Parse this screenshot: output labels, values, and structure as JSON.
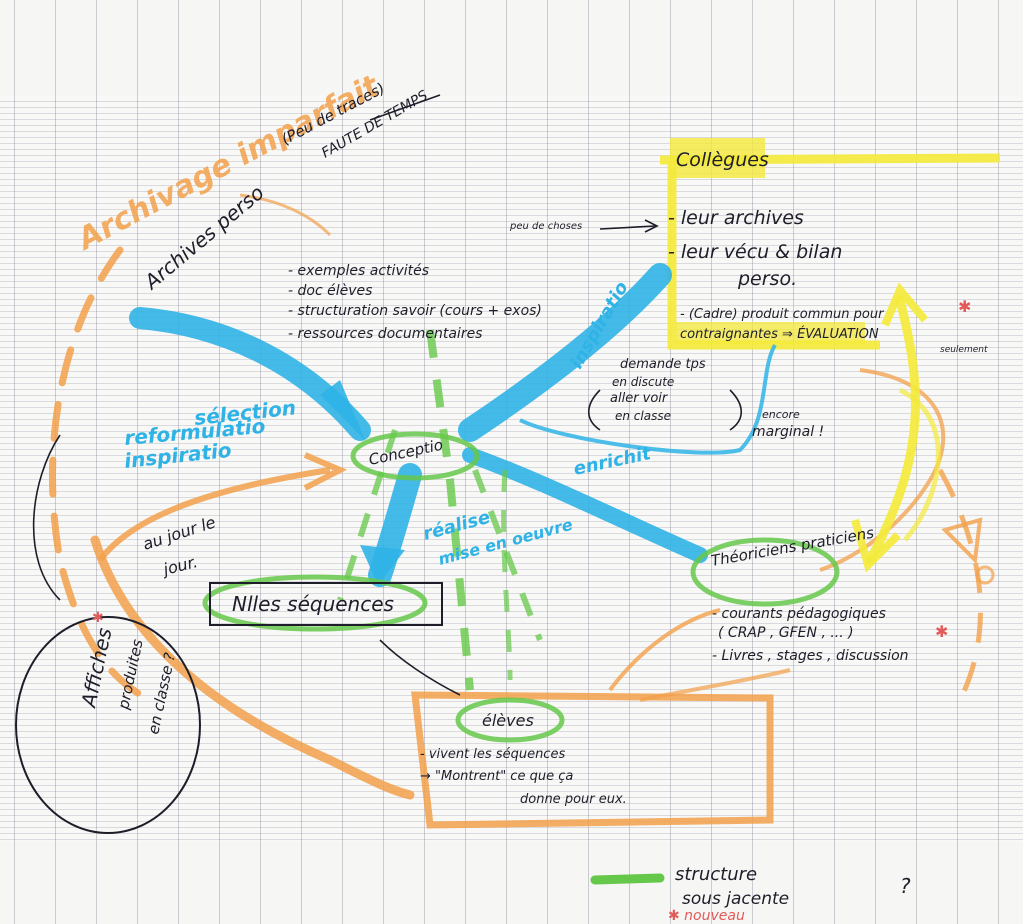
{
  "header": {
    "archivage_imparfait": "Archivage imparfait",
    "peu_de_traces": "(Peu de traces)",
    "faute_de_temps": "FAUTE DE TEMPS"
  },
  "archives_perso": {
    "title": "Archives perso",
    "items": [
      "- exemples activités",
      "- doc élèves",
      "- structuration savoir (cours + exos)",
      "- ressources documentaires"
    ]
  },
  "collegues": {
    "title": "Collègues",
    "items": [
      "- leur archives",
      "- leur vécu & bilan",
      "perso.",
      "- (Cadre) produit commun pour",
      "contraignantes ⇒ ÉVALUATION",
      "seulement"
    ],
    "star": "✱",
    "peu_de_choses": "peu de choses"
  },
  "conceptio": "Conceptio",
  "flows": {
    "selection": "sélection",
    "reformulatio": "reformulatio",
    "inspiratio_left": "inspiratio",
    "inspiratio_right": "inspiratio",
    "realise": "réalise",
    "mise_en_oeuvre": "mise en oeuvre",
    "enrichit": "enrichit"
  },
  "demande": {
    "line1": "demande tps",
    "line2": "en discute",
    "line3": "aller voir",
    "line4": "en classe",
    "encore": "encore",
    "marginal": "marginal !"
  },
  "au_jour": {
    "line1": "au jour le",
    "line2": "jour."
  },
  "nlles_sequences": "Nlles séquences",
  "theoricien": {
    "title": "Théoriciens praticiens",
    "items": [
      "- courants pédagogiques",
      "( CRAP , GFEN , ... )",
      "- Livres , stages , discussion"
    ],
    "star": "✱"
  },
  "eleves": {
    "title": "élèves",
    "items": [
      "- vivent les séquences",
      "→ \"Montrent\" ce que ça",
      "donne pour eux."
    ]
  },
  "affiches": {
    "line1": "Affiches",
    "line2": "produites",
    "line3": "en classe ?",
    "star": "✱"
  },
  "legend": {
    "structure": "structure",
    "sous_jacente": "sous jacente",
    "question": "?",
    "nouveau": "✱ nouveau"
  },
  "colors": {
    "ink": "#1e1e2a",
    "blue": "#2fb3e6",
    "green": "#66c84a",
    "yellow": "#f4ea3a",
    "orange": "#f2a04a",
    "red": "#e25a5a"
  }
}
